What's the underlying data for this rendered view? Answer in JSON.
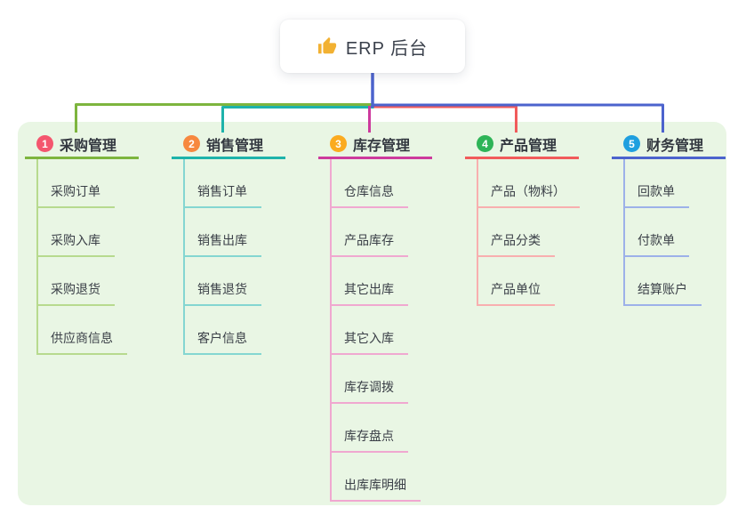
{
  "root": {
    "icon": "thumbs-up-icon",
    "label": "ERP 后台"
  },
  "colors": {
    "panel_background": "#e9f6e4",
    "root_line": "#4c63cd",
    "thumb_icon": "#f2b132"
  },
  "branches": [
    {
      "num": "1",
      "title": "采购管理",
      "badge_color": "#f4566e",
      "line_color": "#7db53e",
      "child_line_color": "#b7da8e",
      "children": [
        "采购订单",
        "采购入库",
        "采购退货",
        "供应商信息"
      ]
    },
    {
      "num": "2",
      "title": "销售管理",
      "badge_color": "#f7883f",
      "line_color": "#1eb3ab",
      "child_line_color": "#84d6d1",
      "children": [
        "销售订单",
        "销售出库",
        "销售退货",
        "客户信息"
      ]
    },
    {
      "num": "3",
      "title": "库存管理",
      "badge_color": "#fbab1f",
      "line_color": "#cd3a9d",
      "child_line_color": "#f0a8d0",
      "children": [
        "仓库信息",
        "产品库存",
        "其它出库",
        "其它入库",
        "库存调拨",
        "库存盘点",
        "出库库明细"
      ]
    },
    {
      "num": "4",
      "title": "产品管理",
      "badge_color": "#2eb457",
      "line_color": "#f15b5b",
      "child_line_color": "#f8afaf",
      "children": [
        "产品（物料）",
        "产品分类",
        "产品单位"
      ]
    },
    {
      "num": "5",
      "title": "财务管理",
      "badge_color": "#1f9fdf",
      "line_color": "#4c63cd",
      "child_line_color": "#9db1e9",
      "children": [
        "回款单",
        "付款单",
        "结算账户"
      ]
    }
  ]
}
